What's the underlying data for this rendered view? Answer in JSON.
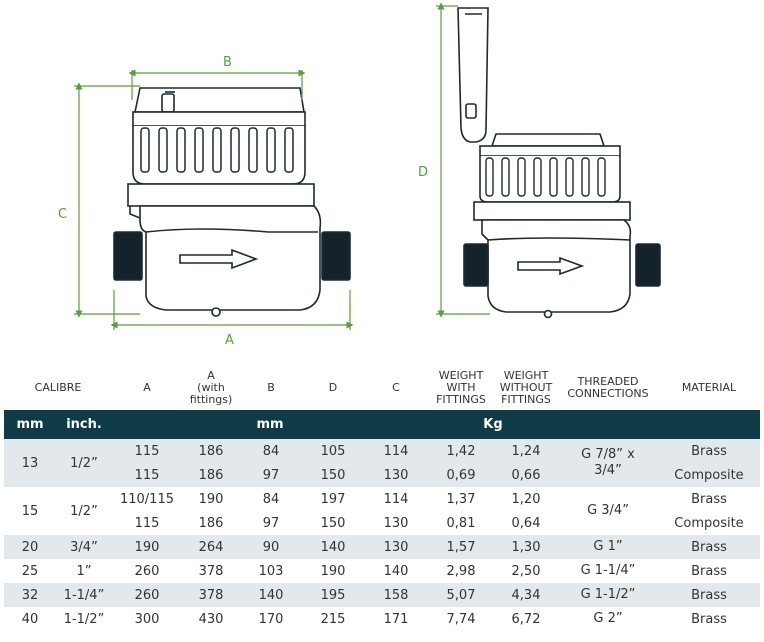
{
  "dimension_labels": {
    "a": "A",
    "b": "B",
    "c": "C",
    "d": "D"
  },
  "table": {
    "headers": [
      {
        "key": "calibre",
        "label": "CALIBRE"
      },
      {
        "key": "a",
        "label": "A"
      },
      {
        "key": "a_fit",
        "label": "A\n(with\nfittings)"
      },
      {
        "key": "b",
        "label": "B"
      },
      {
        "key": "d",
        "label": "D"
      },
      {
        "key": "c",
        "label": "C"
      },
      {
        "key": "w_fit",
        "label": "WEIGHT\nWITH\nFITTINGS"
      },
      {
        "key": "w_nofit",
        "label": "WEIGHT\nWITHOUT\nFITTINGS"
      },
      {
        "key": "thread",
        "label": "THREADED\nCONNECTIONS"
      },
      {
        "key": "material",
        "label": "MATERIAL"
      }
    ],
    "units": {
      "mm_left": "mm",
      "inch": "inch.",
      "mm_mid": "mm",
      "kg": "Kg"
    },
    "groups": [
      {
        "mm": "13",
        "inch": "1/2”",
        "thread": "G 7/8” x 3/4”",
        "rows": [
          {
            "a": "115",
            "a_fit": "186",
            "b": "84",
            "d": "105",
            "c": "114",
            "w_fit": "1,42",
            "w_nofit": "1,24",
            "material": "Brass"
          },
          {
            "a": "115",
            "a_fit": "186",
            "b": "97",
            "d": "150",
            "c": "130",
            "w_fit": "0,69",
            "w_nofit": "0,66",
            "material": "Composite"
          }
        ]
      },
      {
        "mm": "15",
        "inch": "1/2”",
        "thread": "G 3/4”",
        "rows": [
          {
            "a": "110/115",
            "a_fit": "190",
            "b": "84",
            "d": "197",
            "c": "114",
            "w_fit": "1,37",
            "w_nofit": "1,20",
            "material": "Brass"
          },
          {
            "a": "115",
            "a_fit": "186",
            "b": "97",
            "d": "150",
            "c": "130",
            "w_fit": "0,81",
            "w_nofit": "0,64",
            "material": "Composite"
          }
        ]
      },
      {
        "mm": "20",
        "inch": "3/4”",
        "thread": "G 1”",
        "rows": [
          {
            "a": "190",
            "a_fit": "264",
            "b": "90",
            "d": "140",
            "c": "130",
            "w_fit": "1,57",
            "w_nofit": "1,30",
            "material": "Brass"
          }
        ]
      },
      {
        "mm": "25",
        "inch": "1”",
        "thread": "G 1-1/4”",
        "rows": [
          {
            "a": "260",
            "a_fit": "378",
            "b": "103",
            "d": "190",
            "c": "140",
            "w_fit": "2,98",
            "w_nofit": "2,50",
            "material": "Brass"
          }
        ]
      },
      {
        "mm": "32",
        "inch": "1-1/4”",
        "thread": "G 1-1/2”",
        "rows": [
          {
            "a": "260",
            "a_fit": "378",
            "b": "140",
            "d": "195",
            "c": "158",
            "w_fit": "5,07",
            "w_nofit": "4,34",
            "material": "Brass"
          }
        ]
      },
      {
        "mm": "40",
        "inch": "1-1/2”",
        "thread": "G 2”",
        "rows": [
          {
            "a": "300",
            "a_fit": "430",
            "b": "170",
            "d": "215",
            "c": "171",
            "w_fit": "7,74",
            "w_nofit": "6,72",
            "material": "Brass"
          }
        ]
      }
    ]
  }
}
